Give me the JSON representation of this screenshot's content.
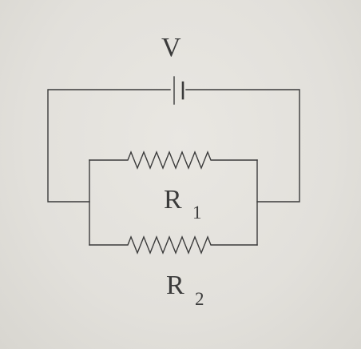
{
  "diagram": {
    "battery_label": "V",
    "resistor1_label": {
      "main": "R",
      "sub": "1"
    },
    "resistor2_label": {
      "main": "R",
      "sub": "2"
    },
    "colors": {
      "ink": "#3b3b3b",
      "background": "#e3e1dc"
    }
  }
}
